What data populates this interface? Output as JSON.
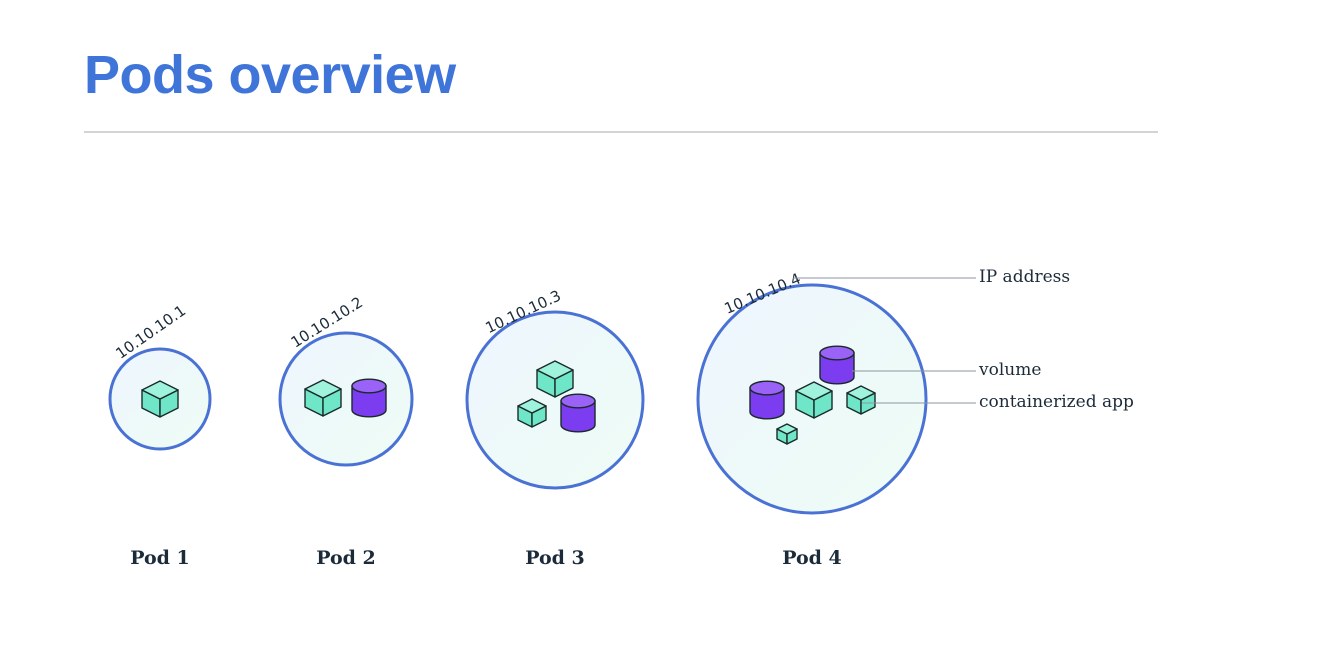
{
  "page": {
    "title": "Pods overview"
  },
  "colors": {
    "title": "#3f74d9",
    "pod_border": "#4a72d4",
    "pod_fill_light": "#eef6ff",
    "pod_fill_mint": "#eefcf4",
    "cube_fill": "#6fe6c8",
    "cube_top": "#9ff3dd",
    "cube_stroke": "#1a2a2a",
    "volume_fill": "#7c3cf0",
    "volume_top": "#9a62f7",
    "text_dark": "#1c2b3a",
    "leader_line": "#8c95a0",
    "divider": "#d4d4d4"
  },
  "pods": [
    {
      "name": "Pod 1",
      "ip": "10.10.10.1",
      "items": [
        {
          "type": "containerized-app",
          "icon": "cube-icon"
        }
      ]
    },
    {
      "name": "Pod 2",
      "ip": "10.10.10.2",
      "items": [
        {
          "type": "containerized-app",
          "icon": "cube-icon"
        },
        {
          "type": "volume",
          "icon": "cylinder-icon"
        }
      ]
    },
    {
      "name": "Pod 3",
      "ip": "10.10.10.3",
      "items": [
        {
          "type": "containerized-app",
          "icon": "cube-icon"
        },
        {
          "type": "containerized-app",
          "icon": "cube-icon"
        },
        {
          "type": "volume",
          "icon": "cylinder-icon"
        }
      ]
    },
    {
      "name": "Pod 4",
      "ip": "10.10.10.4",
      "items": [
        {
          "type": "volume",
          "icon": "cylinder-icon"
        },
        {
          "type": "volume",
          "icon": "cylinder-icon"
        },
        {
          "type": "containerized-app",
          "icon": "cube-icon"
        },
        {
          "type": "containerized-app",
          "icon": "cube-icon"
        },
        {
          "type": "containerized-app",
          "icon": "cube-icon"
        }
      ]
    }
  ],
  "legend": {
    "ip_address": "IP address",
    "volume": "volume",
    "containerized_app": "containerized app"
  }
}
